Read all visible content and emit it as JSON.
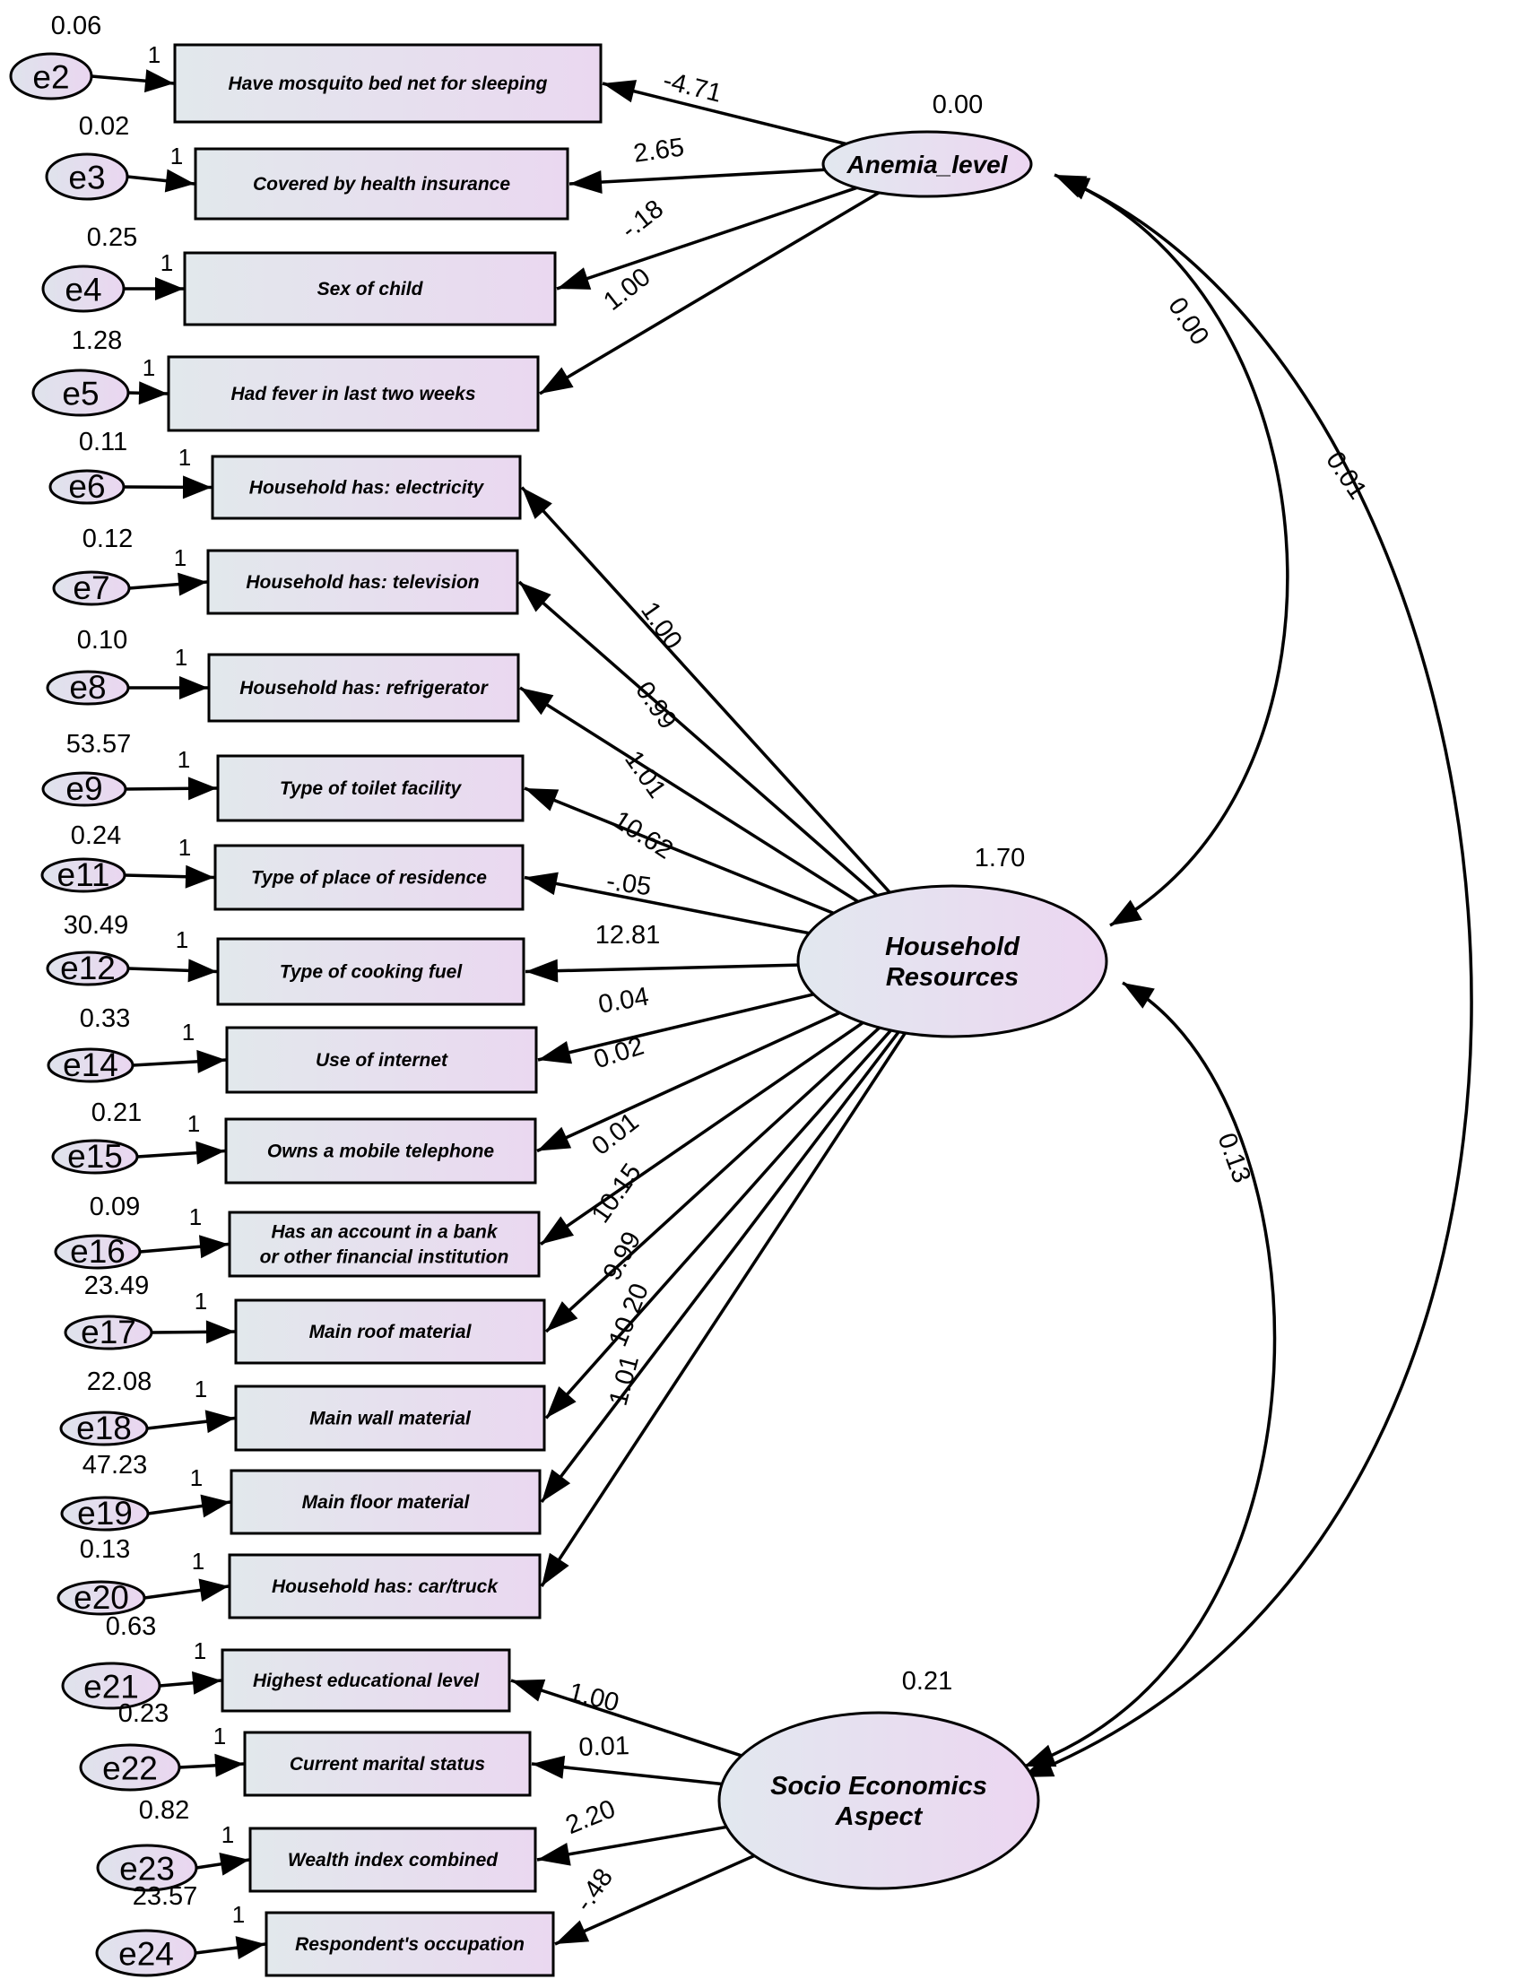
{
  "diagram": {
    "latents": {
      "anemia": {
        "label": "Anemia_level",
        "variance": "0.00"
      },
      "household": {
        "label": "Household Resources",
        "lines": [
          "Household",
          "Resources"
        ],
        "variance": "1.70"
      },
      "socio": {
        "label": "Socio Economics Aspect",
        "lines": [
          "Socio Economics",
          "Aspect"
        ],
        "variance": "0.21"
      }
    },
    "covariances": [
      {
        "from": "anemia",
        "to": "household",
        "value": "0.00"
      },
      {
        "from": "anemia",
        "to": "socio",
        "value": "0.01"
      },
      {
        "from": "household",
        "to": "socio",
        "value": "0.13"
      }
    ],
    "indicators": [
      {
        "id": "ind-mosquito-net",
        "lines": [
          "Have mosquito bed net for sleeping"
        ],
        "error": "e2",
        "error_variance": "0.06",
        "error_weight": "1",
        "latent": "anemia",
        "loading": "-4.71"
      },
      {
        "id": "ind-health-insurance",
        "lines": [
          "Covered by health insurance"
        ],
        "error": "e3",
        "error_variance": "0.02",
        "error_weight": "1",
        "latent": "anemia",
        "loading": "2.65"
      },
      {
        "id": "ind-sex-of-child",
        "lines": [
          "Sex of child"
        ],
        "error": "e4",
        "error_variance": "0.25",
        "error_weight": "1",
        "latent": "anemia",
        "loading": "-.18"
      },
      {
        "id": "ind-fever",
        "lines": [
          "Had fever in last two weeks"
        ],
        "error": "e5",
        "error_variance": "1.28",
        "error_weight": "1",
        "latent": "anemia",
        "loading": "1.00"
      },
      {
        "id": "ind-electricity",
        "lines": [
          "Household has: electricity"
        ],
        "error": "e6",
        "error_variance": "0.11",
        "error_weight": "1",
        "latent": "household",
        "loading": "1.00"
      },
      {
        "id": "ind-television",
        "lines": [
          "Household has: television"
        ],
        "error": "e7",
        "error_variance": "0.12",
        "error_weight": "1",
        "latent": "household",
        "loading": "0.99"
      },
      {
        "id": "ind-refrigerator",
        "lines": [
          "Household has: refrigerator"
        ],
        "error": "e8",
        "error_variance": "0.10",
        "error_weight": "1",
        "latent": "household",
        "loading": "1.01"
      },
      {
        "id": "ind-toilet",
        "lines": [
          "Type of toilet facility"
        ],
        "error": "e9",
        "error_variance": "53.57",
        "error_weight": "1",
        "latent": "household",
        "loading": "10.62"
      },
      {
        "id": "ind-residence",
        "lines": [
          "Type of place of residence"
        ],
        "error": "e11",
        "error_variance": "0.24",
        "error_weight": "1",
        "latent": "household",
        "loading": "-.05"
      },
      {
        "id": "ind-cooking-fuel",
        "lines": [
          "Type of cooking fuel"
        ],
        "error": "e12",
        "error_variance": "30.49",
        "error_weight": "1",
        "latent": "household",
        "loading": "12.81"
      },
      {
        "id": "ind-internet",
        "lines": [
          "Use of internet"
        ],
        "error": "e14",
        "error_variance": "0.33",
        "error_weight": "1",
        "latent": "household",
        "loading": "0.04"
      },
      {
        "id": "ind-mobile",
        "lines": [
          "Owns a mobile telephone"
        ],
        "error": "e15",
        "error_variance": "0.21",
        "error_weight": "1",
        "latent": "household",
        "loading": "0.02"
      },
      {
        "id": "ind-bank",
        "lines": [
          "Has an account in a bank",
          "or other financial institution"
        ],
        "error": "e16",
        "error_variance": "0.09",
        "error_weight": "1",
        "latent": "household",
        "loading": "0.01"
      },
      {
        "id": "ind-roof",
        "lines": [
          "Main roof material"
        ],
        "error": "e17",
        "error_variance": "23.49",
        "error_weight": "1",
        "latent": "household",
        "loading": "10.15"
      },
      {
        "id": "ind-wall",
        "lines": [
          "Main wall material"
        ],
        "error": "e18",
        "error_variance": "22.08",
        "error_weight": "1",
        "latent": "household",
        "loading": "9.99"
      },
      {
        "id": "ind-floor",
        "lines": [
          "Main floor material"
        ],
        "error": "e19",
        "error_variance": "47.23",
        "error_weight": "1",
        "latent": "household",
        "loading": "10.20"
      },
      {
        "id": "ind-car",
        "lines": [
          "Household has: car/truck"
        ],
        "error": "e20",
        "error_variance": "0.13",
        "error_weight": "1",
        "latent": "household",
        "loading": "1.01"
      },
      {
        "id": "ind-education",
        "lines": [
          "Highest educational level"
        ],
        "error": "e21",
        "error_variance": "0.63",
        "error_weight": "1",
        "latent": "socio",
        "loading": "1.00"
      },
      {
        "id": "ind-marital",
        "lines": [
          "Current marital status"
        ],
        "error": "e22",
        "error_variance": "0.23",
        "error_weight": "1",
        "latent": "socio",
        "loading": "0.01"
      },
      {
        "id": "ind-wealth",
        "lines": [
          "Wealth index combined"
        ],
        "error": "e23",
        "error_variance": "0.82",
        "error_weight": "1",
        "latent": "socio",
        "loading": "2.20"
      },
      {
        "id": "ind-occupation",
        "lines": [
          "Respondent's occupation"
        ],
        "error": "e24",
        "error_variance": "23.57",
        "error_weight": "1",
        "latent": "socio",
        "loading": "-.48"
      }
    ]
  }
}
